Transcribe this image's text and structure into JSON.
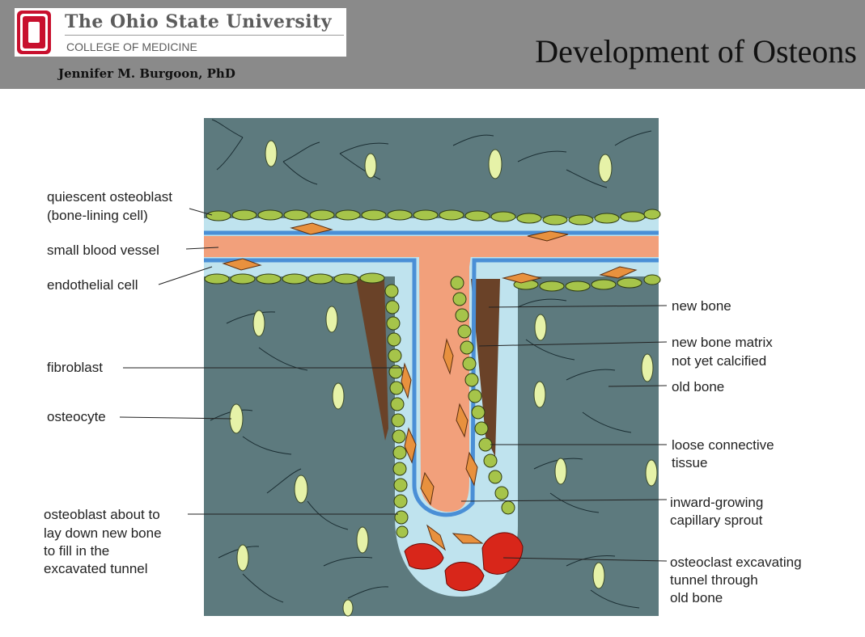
{
  "header": {
    "university": "The Ohio State University",
    "college": "COLLEGE OF MEDICINE",
    "author": "Jennifer M. Burgoon, PhD",
    "title": "Development of Osteons"
  },
  "colors": {
    "header_bg": "#8a8a8a",
    "scarlet": "#c8102e",
    "bone": "#5d7a7e",
    "vessel": "#f2a07b",
    "lining_cell": "#a6c44a",
    "endothelial": "#4a8fd6",
    "osteoclast": "#d8261a"
  },
  "labels": {
    "quiescent_1": "quiescent osteoblast",
    "quiescent_2": "(bone-lining cell)",
    "small_vessel": "small blood vessel",
    "endothelial": "endothelial cell",
    "fibroblast": "fibroblast",
    "osteocyte": "osteocyte",
    "osteoblast_1": "osteoblast about to",
    "osteoblast_2": "lay down new bone",
    "osteoblast_3": "to fill in the",
    "osteoblast_4": "excavated tunnel",
    "new_bone": "new bone",
    "matrix_1": "new bone matrix",
    "matrix_2": "not yet calcified",
    "old_bone": "old bone",
    "loose_1": "loose connective",
    "loose_2": "tissue",
    "capillary_1": "inward-growing",
    "capillary_2": "capillary sprout",
    "osteoclast_1": "osteoclast excavating",
    "osteoclast_2": "tunnel through",
    "osteoclast_3": "old bone"
  }
}
